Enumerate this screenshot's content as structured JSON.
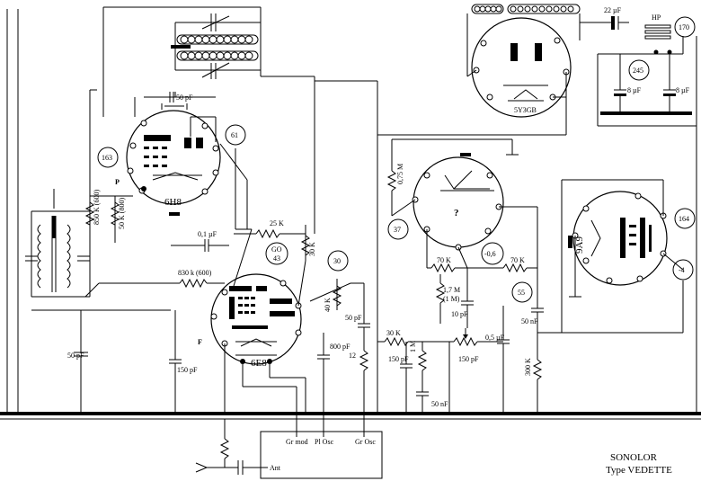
{
  "diagram": {
    "title": {
      "line1": "SONOLOR",
      "line2": "Type VEDETTE"
    },
    "tubes": [
      {
        "id": "6H8",
        "label": "6H8"
      },
      {
        "id": "6E8",
        "label": "6E8"
      },
      {
        "id": "5Y3GB",
        "label": "5Y3GB"
      },
      {
        "id": "9A9",
        "label": "9A9"
      },
      {
        "id": "unknown",
        "label": "?"
      }
    ],
    "circle_labels": {
      "c163": "163",
      "c61": "61",
      "c30": "30",
      "c37": "37",
      "c06": "-0,6",
      "c55": "55",
      "c245": "245",
      "c170": "170",
      "c164": "164",
      "c4": "-4",
      "c60": "GO",
      "c60b": "43"
    },
    "components": {
      "cap_50pf_top": "50 pF",
      "r_850k_a": "850 K (600)",
      "r_50k": "50 K (800)",
      "cap_50pf_left": "50 pF",
      "cap_01uf": "0,1 µF",
      "r_830k": "830 k (600)",
      "r_25k": "25 K",
      "r_30k_a": "30 K",
      "r_40k": "40 K",
      "cap_50pf_mid": "50 pF",
      "cap_800pf": "800 pF",
      "r_12": "12",
      "cap_150pf_a": "150 pF",
      "r_30k_b": "30 K",
      "cap_150pf_b": "150 pF",
      "cap_50nf_a": "50 nF",
      "r_1m": "1 M",
      "cap_150pf_c": "150 pF",
      "cap_05uf": "0,5 µF",
      "r_70k_a": "70 K",
      "r_17m": "1,7 M",
      "r_51m": "(1 M)",
      "cap_10pf": "10 pF",
      "r_70k_b": "70 K",
      "cap_50nf_b": "50 nF",
      "r_300k": "300 K",
      "r_075m": "0,75 M",
      "cap_22uf": "22 µF",
      "hp": "HP",
      "cap_8uf_a": "8 µF",
      "cap_8uf_b": "8 µF",
      "p_label": "P",
      "f_label": "F"
    },
    "bottom_box": {
      "gr_mod": "Gr mod",
      "pl_osc": "Pl Osc",
      "gr_osc": "Gr Osc",
      "ant": "Ant"
    }
  }
}
